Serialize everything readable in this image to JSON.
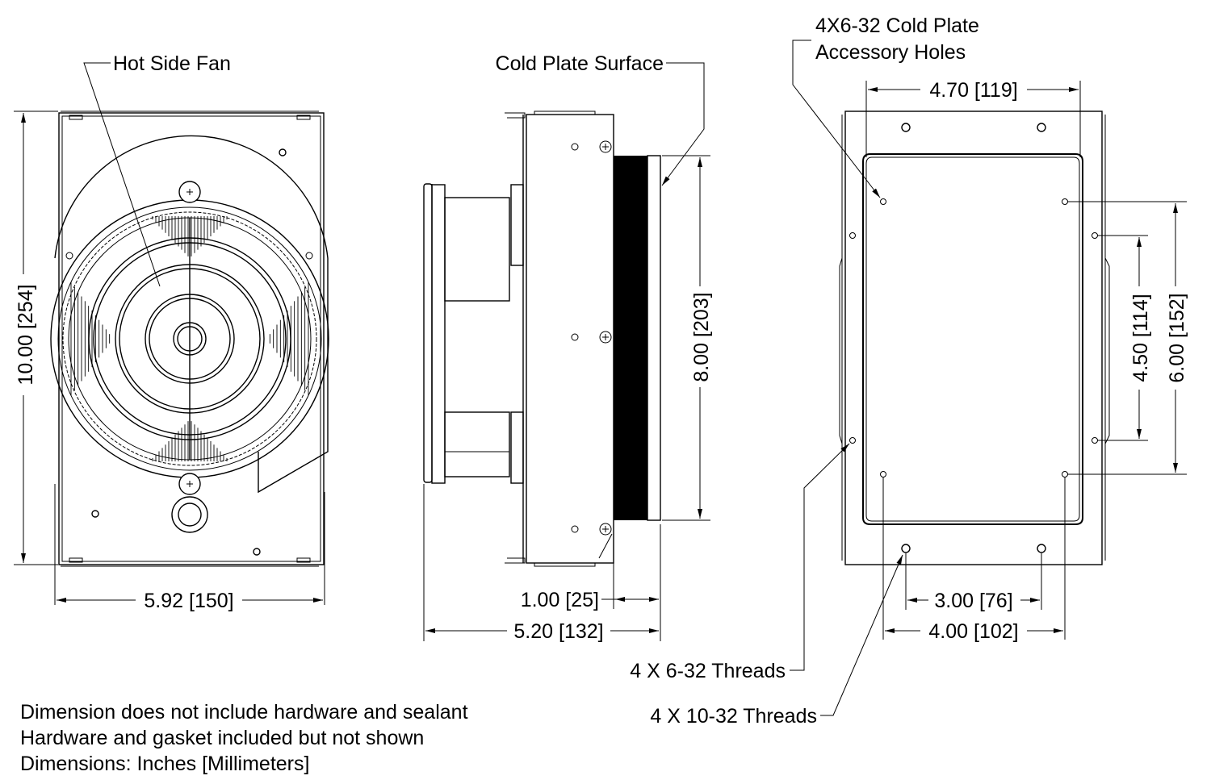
{
  "drawing": {
    "units_note": "Dimensions: Inches [Millimeters]",
    "views": {
      "front": {
        "callout": "Hot Side Fan",
        "height_dim": "10.00 [254]",
        "width_dim": "5.92 [150]"
      },
      "side": {
        "callout": "Cold Plate Surface",
        "plate_height_dim": "8.00 [203]",
        "plate_depth_dim": "1.00 [25]",
        "overall_depth_dim": "5.20 [132]"
      },
      "back": {
        "callout_line1": "4X6-32 Cold Plate",
        "callout_line2": "Accessory Holes",
        "top_width_dim": "4.70 [119]",
        "inner_vertical_dim": "4.50 [114]",
        "outer_vertical_dim": "6.00 [152]",
        "bottom_inner_dim": "3.00 [76]",
        "bottom_outer_dim": "4.00 [102]",
        "thread_callout_1": "4 X 6-32 Threads",
        "thread_callout_2": "4 X 10-32 Threads"
      }
    },
    "notes": [
      "Dimension does not include hardware and sealant",
      "Hardware and gasket included but not shown",
      "Dimensions: Inches [Millimeters]"
    ],
    "line_color": "#000000",
    "background_color": "#ffffff"
  }
}
